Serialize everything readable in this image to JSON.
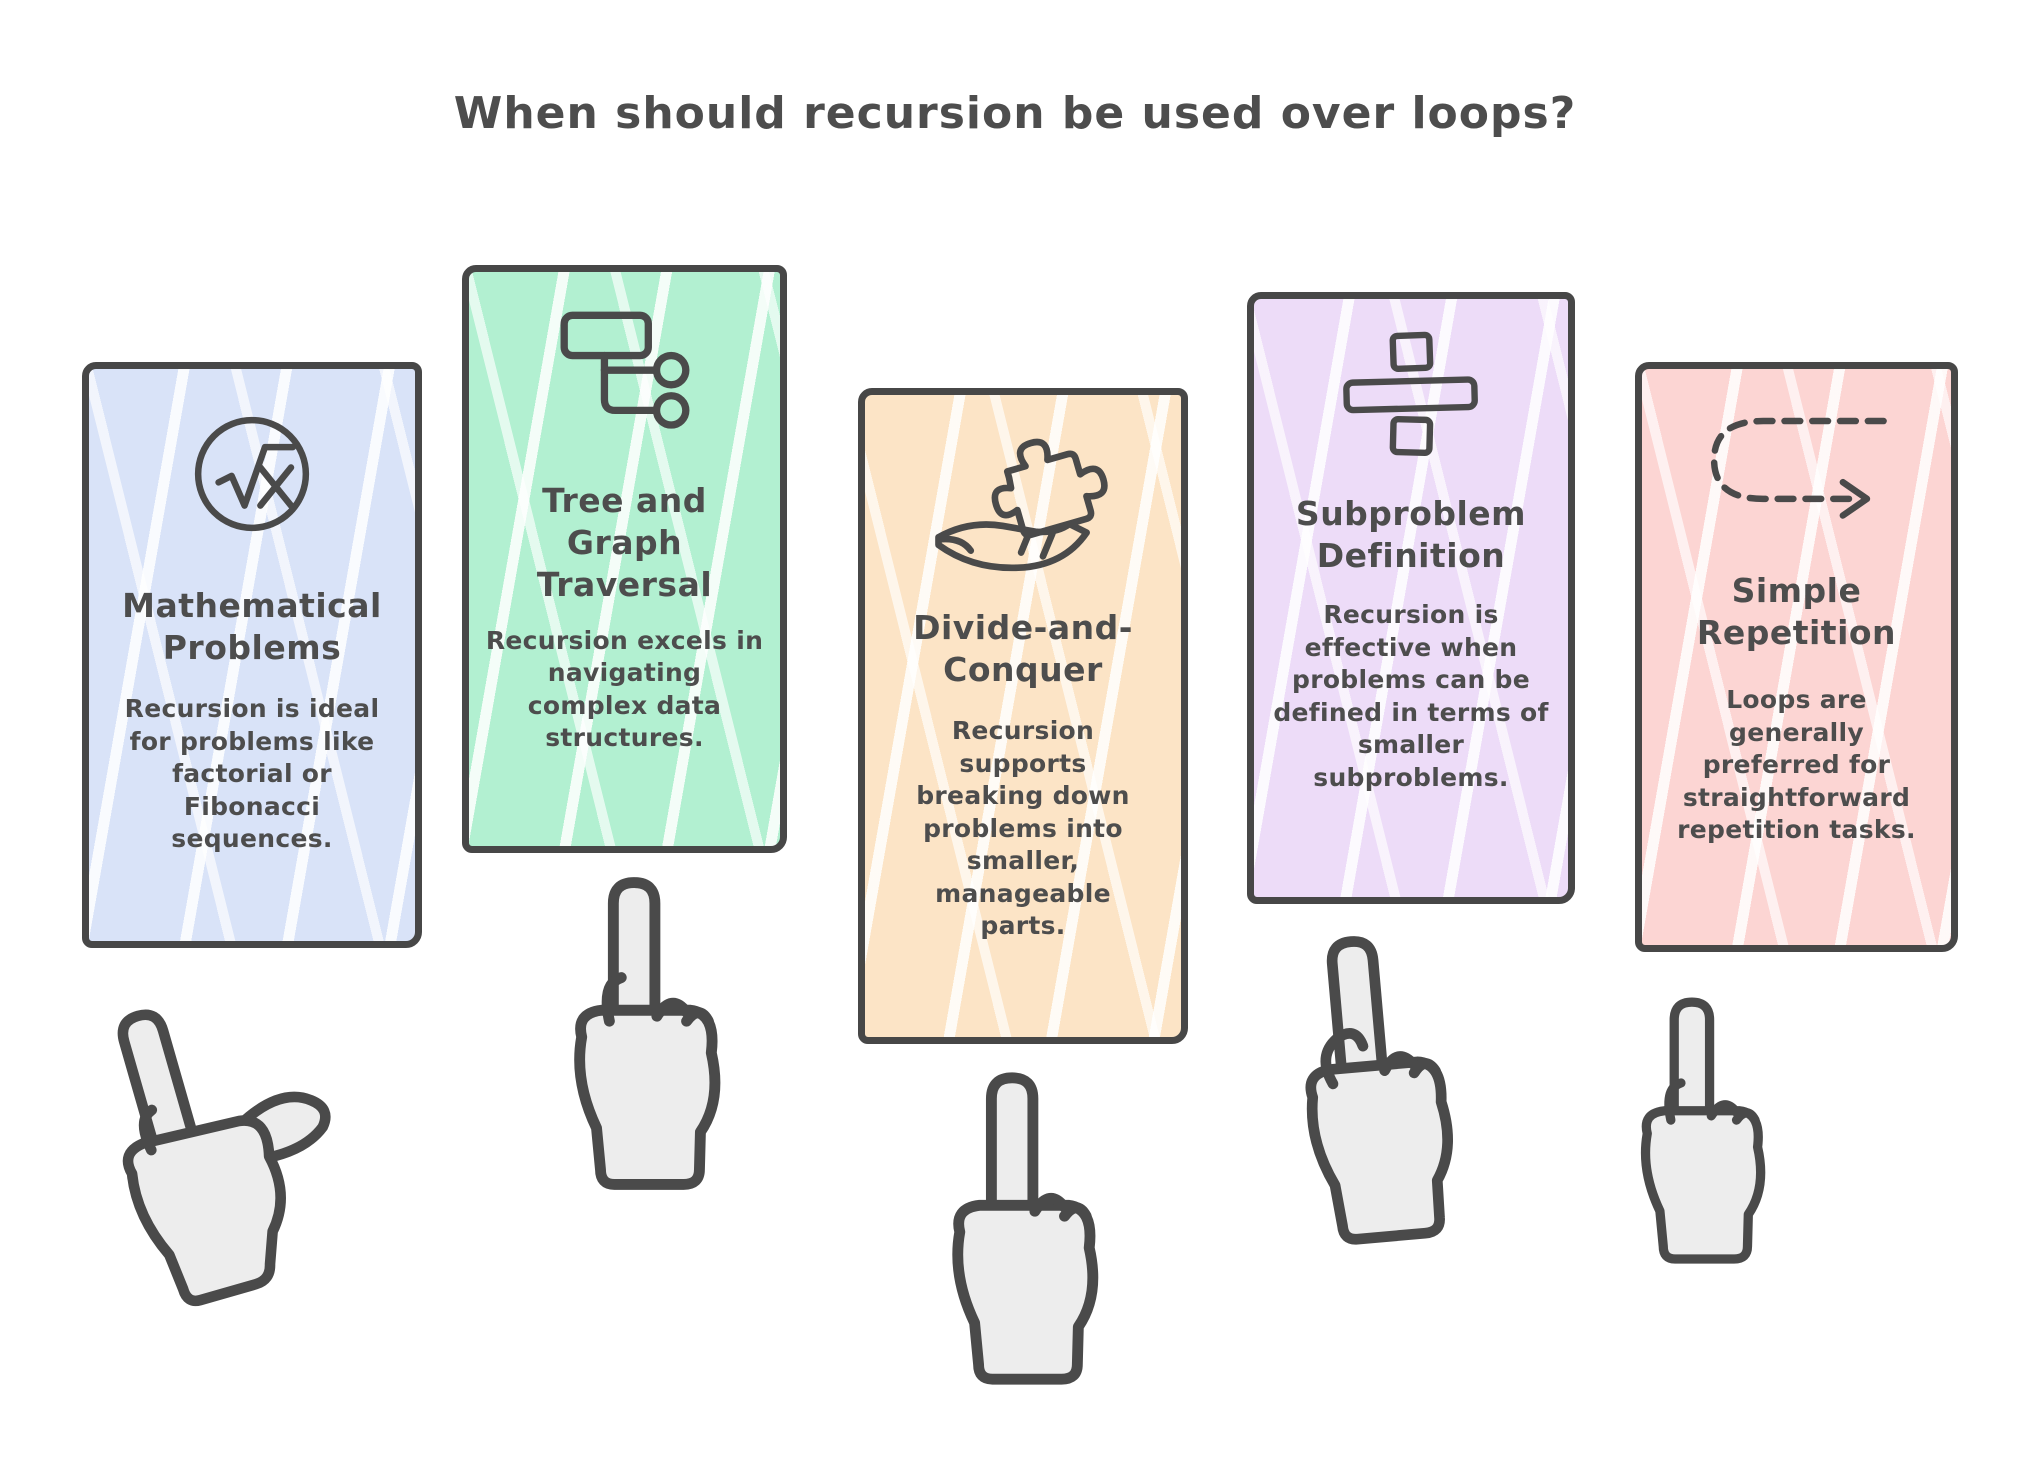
{
  "title": "When should recursion be used over loops?",
  "cards": [
    {
      "id": "mathematical-problems",
      "icon": "sqrt-x-icon",
      "accent": "#d9e3f8",
      "title": "Mathematical\nProblems",
      "body": "Recursion is ideal for problems like factorial or Fibonacci sequences."
    },
    {
      "id": "tree-graph-traversal",
      "icon": "tree-diagram-icon",
      "accent": "#b2f0d1",
      "title": "Tree and\nGraph\nTraversal",
      "body": "Recursion excels in navigating complex data structures."
    },
    {
      "id": "divide-and-conquer",
      "icon": "hand-puzzle-icon",
      "accent": "#fce4c6",
      "title": "Divide-and-\nConquer",
      "body": "Recursion supports breaking down problems into smaller, manageable parts."
    },
    {
      "id": "subproblem-definition",
      "icon": "division-icon",
      "accent": "#eddcf8",
      "title": "Subproblem\nDefinition",
      "body": "Recursion is effective when problems can be defined in terms of smaller subproblems."
    },
    {
      "id": "simple-repetition",
      "icon": "loop-arrow-icon",
      "accent": "#fcd5d3",
      "title": "Simple\nRepetition",
      "body": "Loops are generally preferred for straightforward repetition tasks."
    }
  ],
  "colors": {
    "outline": "#4a4a4a",
    "text": "#4d4d4d",
    "hand_fill": "#ededed",
    "background": "#ffffff"
  }
}
